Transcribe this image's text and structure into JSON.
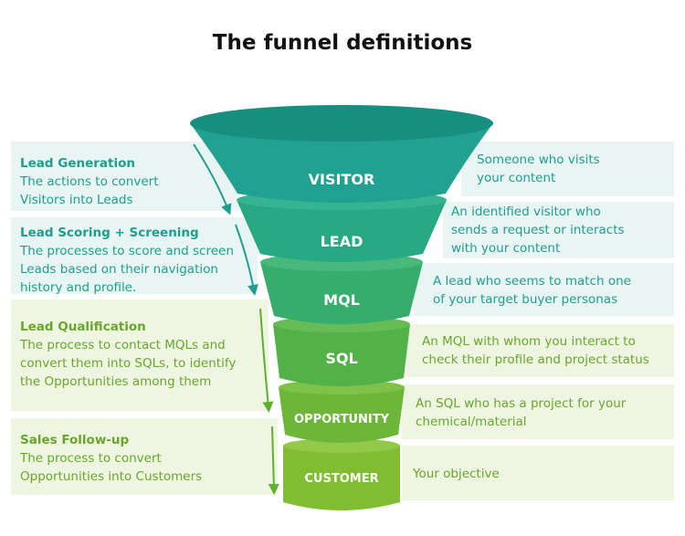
{
  "title": "The funnel definitions",
  "colors": {
    "teal_text": "#1f9e90",
    "green_text": "#6aa52e",
    "teal_panel": "#e8f5f2",
    "green_panel": "#eef6e2",
    "arrow_teal": "#1f9e90",
    "arrow_green": "#5fb030"
  },
  "processes": [
    {
      "title": "Lead Generation",
      "body": "The actions to convert Visitors into Leads"
    },
    {
      "title": "Lead Scoring + Screening",
      "body": "The processes to score and screen Leads based on their navigation history and profile."
    },
    {
      "title": "Lead Qualification",
      "body": "The process to contact MQLs and convert them into SQLs, to identify the Opportunities among them"
    },
    {
      "title": "Sales Follow-up",
      "body": "The process to convert Opportunities into Customers"
    }
  ],
  "stages": [
    {
      "label": "VISITOR",
      "definition": "Someone who visits\nyour content",
      "color": "#20a191"
    },
    {
      "label": "LEAD",
      "definition": "An identified visitor who\nsends a request or interacts\nwith your content",
      "color": "#27a984"
    },
    {
      "label": "MQL",
      "definition": "A lead who seems to match one\nof your target buyer personas",
      "color": "#36ad6d"
    },
    {
      "label": "SQL",
      "definition": "An MQL with whom you interact to\ncheck their profile and project status",
      "color": "#53b247"
    },
    {
      "label": "OPPORTUNITY",
      "definition": "An SQL who has a project for your\nchemical/material",
      "color": "#6cb737"
    },
    {
      "label": "CUSTOMER",
      "definition": "Your objective",
      "color": "#80bd32"
    }
  ]
}
